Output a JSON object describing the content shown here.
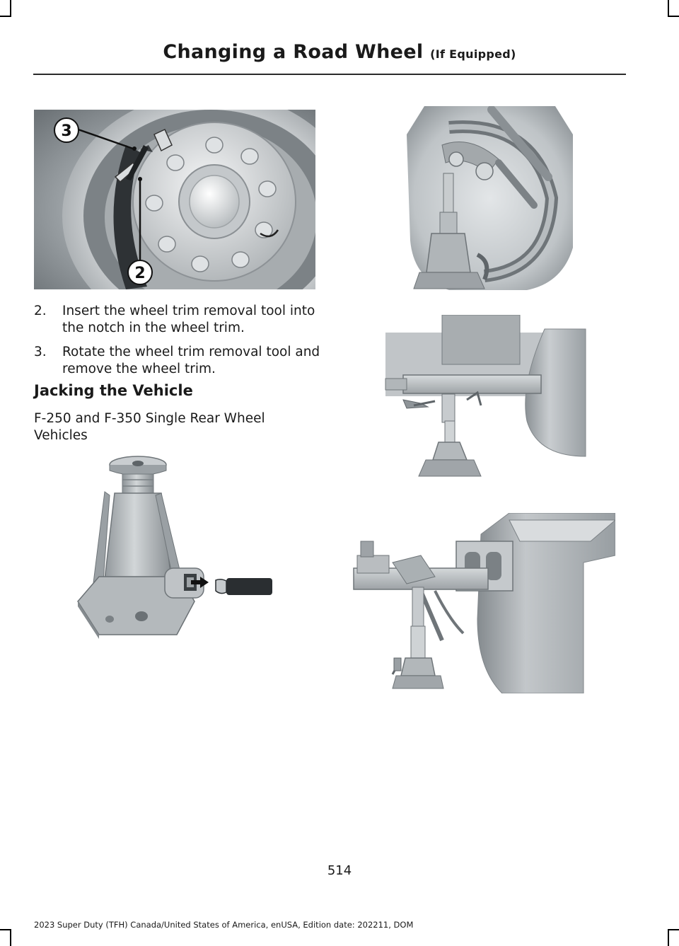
{
  "header": {
    "title": "Changing a Road Wheel",
    "qualifier": "(If Equipped)"
  },
  "figure_wheel_trim": {
    "callouts": [
      "3",
      "2"
    ]
  },
  "steps": [
    {
      "number": "2.",
      "text": "Insert the wheel trim removal tool into the notch in the wheel trim."
    },
    {
      "number": "3.",
      "text": "Rotate the wheel trim removal tool and remove the wheel trim."
    }
  ],
  "section": {
    "heading": "Jacking the Vehicle",
    "subheading": "F-250 and F-350 Single Rear Wheel Vehicles"
  },
  "footer": {
    "page_number": "514",
    "edition": "2023 Super Duty (TFH) Canada/United States of America, enUSA, Edition date: 202211, DOM"
  }
}
